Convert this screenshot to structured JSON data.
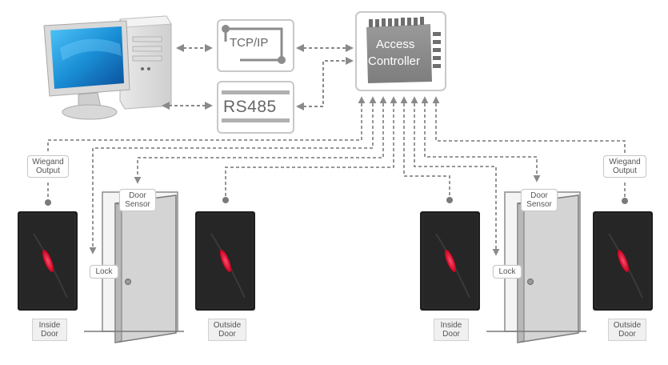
{
  "protocol_boxes": {
    "tcpip": "TCP/IP",
    "rs485": "RS485"
  },
  "controller": {
    "line1": "Access",
    "line2": "Controller"
  },
  "left_site": {
    "wiegand_output": [
      "Wiegand",
      "Output"
    ],
    "door_sensor": [
      "Door",
      "Sensor"
    ],
    "lock": "Lock",
    "inside_door": [
      "Inside",
      "Door"
    ],
    "outside_door": [
      "Outside",
      "Door"
    ]
  },
  "right_site": {
    "wiegand_output": [
      "Wiegand",
      "Output"
    ],
    "door_sensor": [
      "Door",
      "Sensor"
    ],
    "lock": "Lock",
    "inside_door": [
      "Inside",
      "Door"
    ],
    "outside_door": [
      "Outside",
      "Door"
    ]
  },
  "colors": {
    "connector": "#8a8a8a",
    "box_border": "#c8c8c8",
    "controller_fill": "#8d8d8d",
    "reader_body": "#1e1e1e",
    "reader_led": "#e8002a",
    "door_fill": "#d4d4d4",
    "monitor_screen": "#1a8fd6"
  }
}
